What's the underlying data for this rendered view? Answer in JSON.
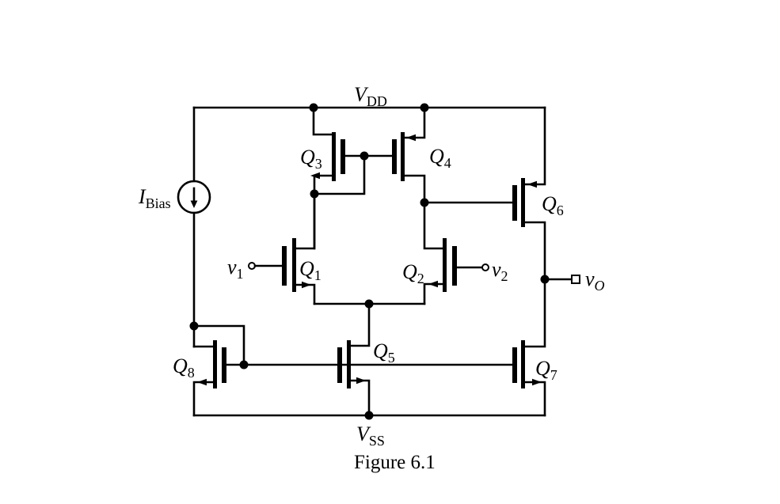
{
  "colors": {
    "line": "#000000",
    "background": "#ffffff"
  },
  "rails": {
    "vdd": {
      "main": "V",
      "sub": "DD"
    },
    "vss": {
      "main": "V",
      "sub": "SS"
    }
  },
  "bias_source": {
    "main": "I",
    "sub": "Bias"
  },
  "transistors": {
    "q1": {
      "main": "Q",
      "sub": "1"
    },
    "q2": {
      "main": "Q",
      "sub": "2"
    },
    "q3": {
      "main": "Q",
      "sub": "3"
    },
    "q4": {
      "main": "Q",
      "sub": "4"
    },
    "q5": {
      "main": "Q",
      "sub": "5"
    },
    "q6": {
      "main": "Q",
      "sub": "6"
    },
    "q7": {
      "main": "Q",
      "sub": "7"
    },
    "q8": {
      "main": "Q",
      "sub": "8"
    }
  },
  "terminals": {
    "v1": {
      "main": "v",
      "sub": "1"
    },
    "v2": {
      "main": "v",
      "sub": "2"
    },
    "vo": {
      "main": "v",
      "sub": "O"
    }
  },
  "caption": "Figure 6.1"
}
